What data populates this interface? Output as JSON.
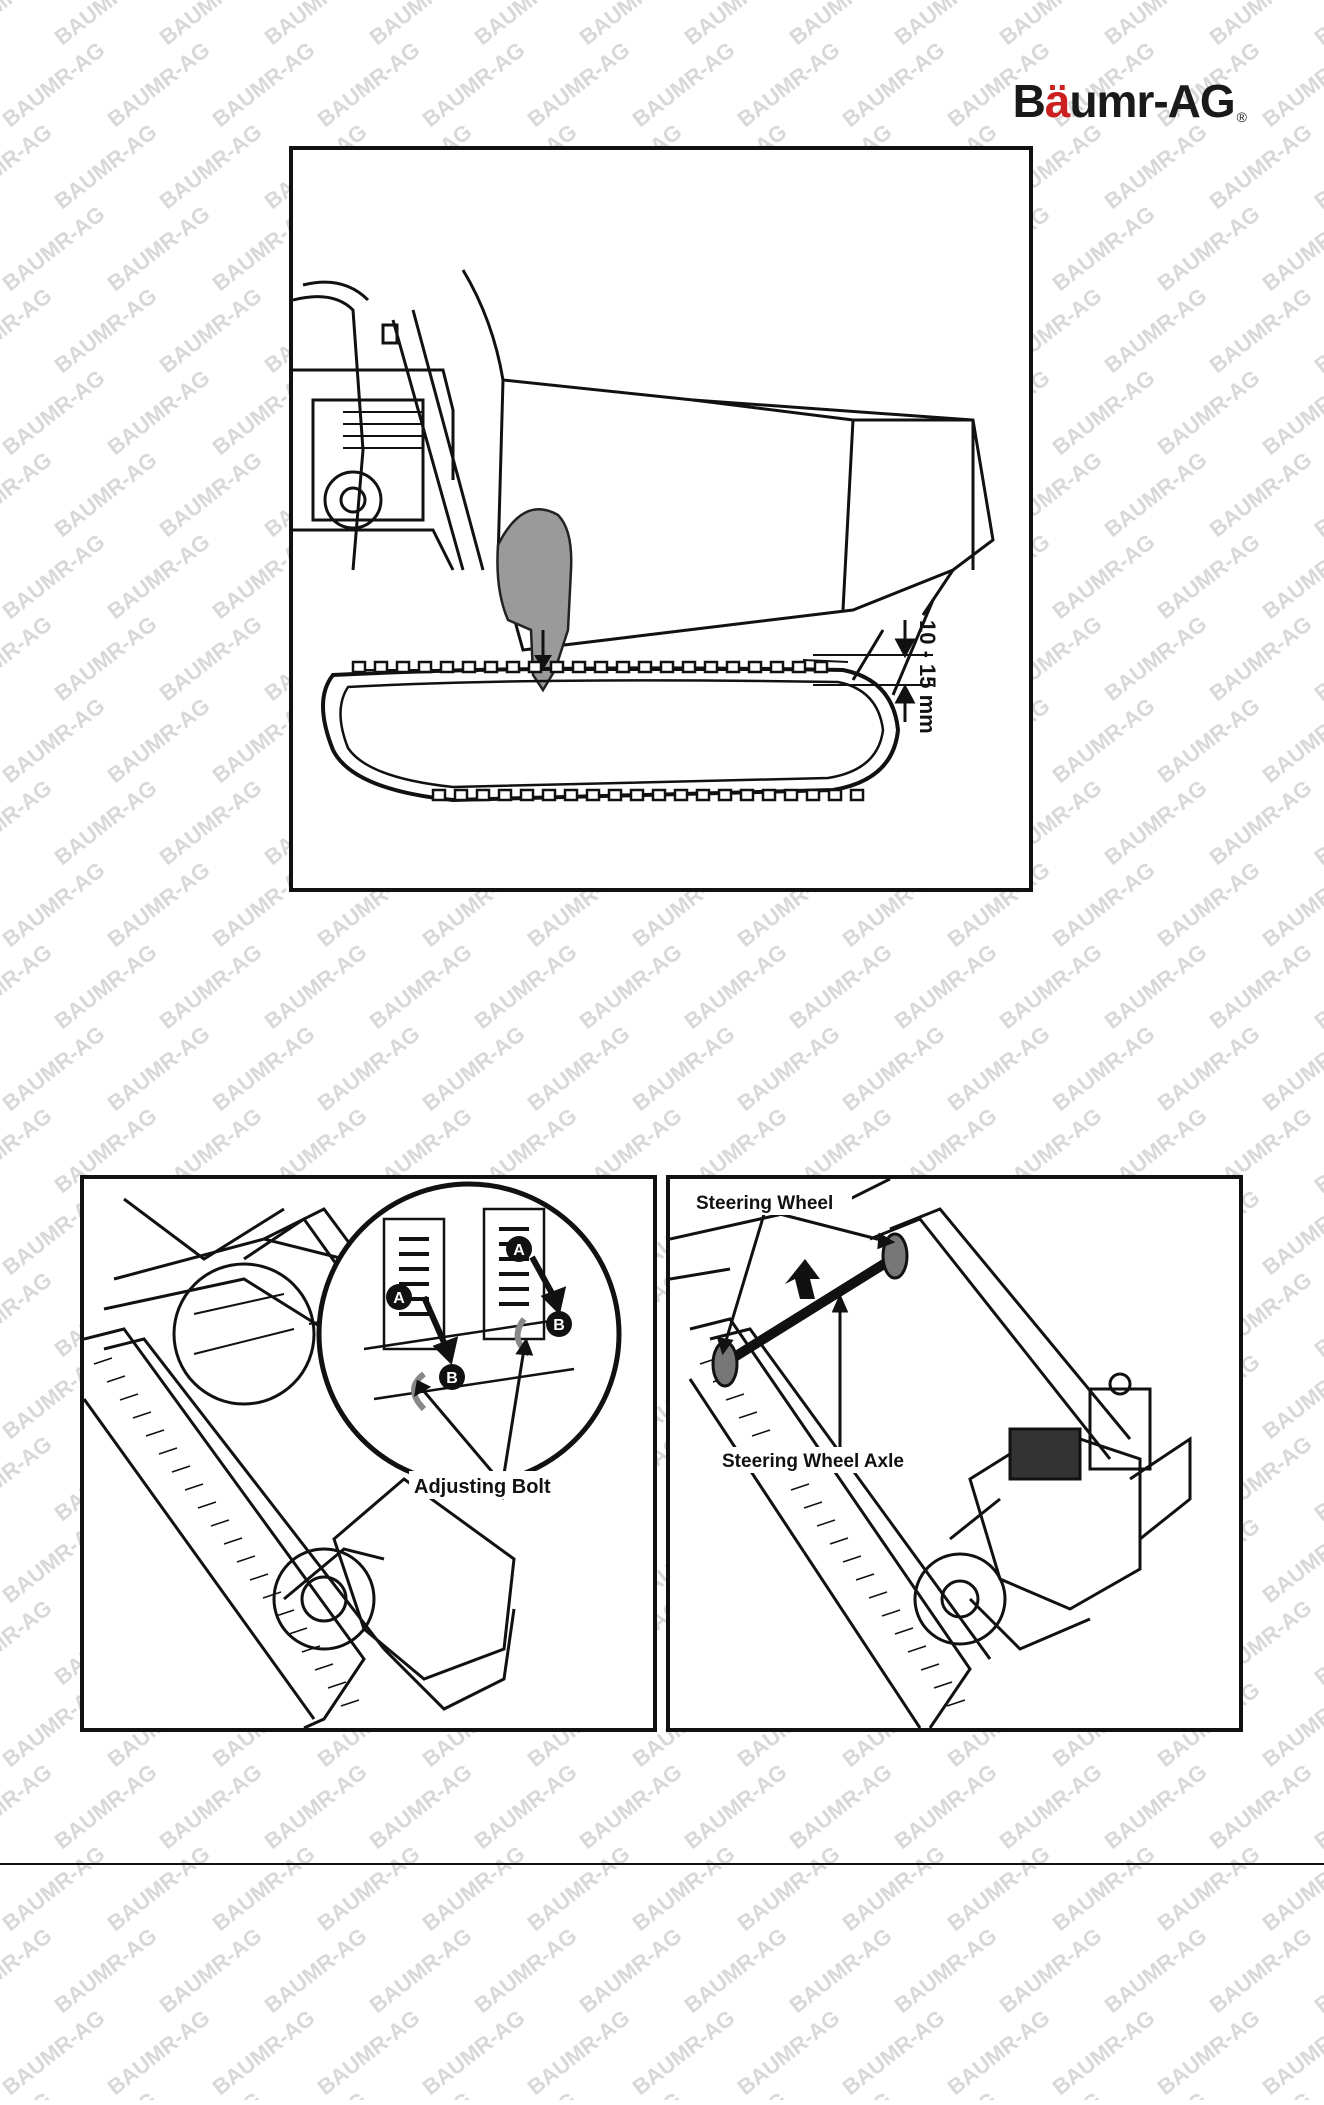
{
  "brand": {
    "name_prefix": "B",
    "name_uml": "ä",
    "name_suffix": "umr-AG",
    "registered": "®",
    "accent_color": "#cc1f1f"
  },
  "watermark": {
    "text": "BAUMR-AG",
    "color": "#d8d8d8"
  },
  "figure_top": {
    "measurement": "10 - 15 mm",
    "icons": [
      "hand-pointer-icon",
      "down-arrow-icon",
      "up-arrow-icon"
    ]
  },
  "figure_left": {
    "label_adjusting_bolt": "Adjusting Bolt",
    "marker_a": "A",
    "marker_b": "B"
  },
  "figure_right": {
    "label_steering_wheel": "Steering Wheel",
    "label_steering_wheel_axle": "Steering Wheel Axle"
  }
}
